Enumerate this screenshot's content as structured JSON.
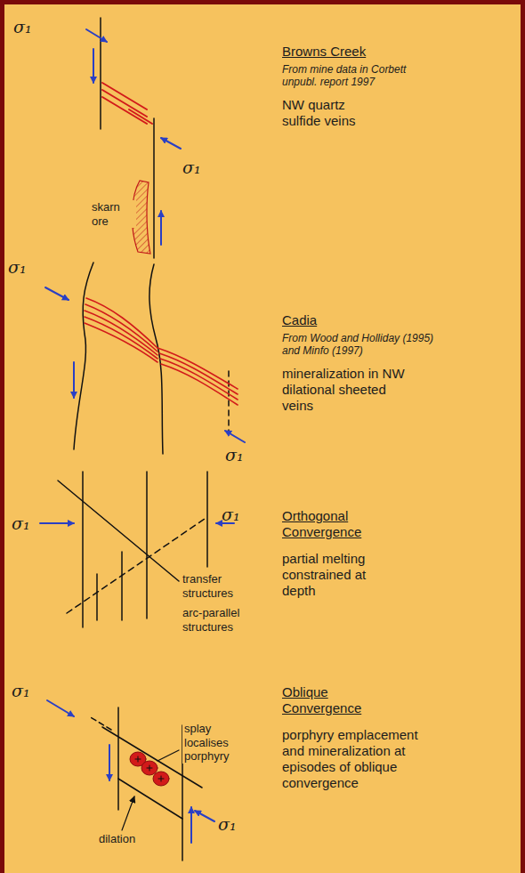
{
  "diagram": {
    "labels": [
      "σ₁",
      "σ₁",
      "skarn ore",
      "Browns Creek",
      "From mine data in Corbett unpubl. report 1997",
      "NW quartz sulfide veins",
      "σ₁",
      "σ₁",
      "Cadia",
      "From Wood and Holliday (1995) and Minfo (1997)",
      "mineralization in NW dilational sheeted veins",
      "σ₁",
      "σ₁",
      "transfer structures",
      "arc-parallel structures",
      "Orthogonal Convergence",
      "partial melting constrained at depth",
      "σ₁",
      "σ₁",
      "splay localises porphyry",
      "dilation",
      "Oblique Convergence",
      "porphyry emplacement and mineralization at episodes of oblique convergence"
    ]
  }
}
